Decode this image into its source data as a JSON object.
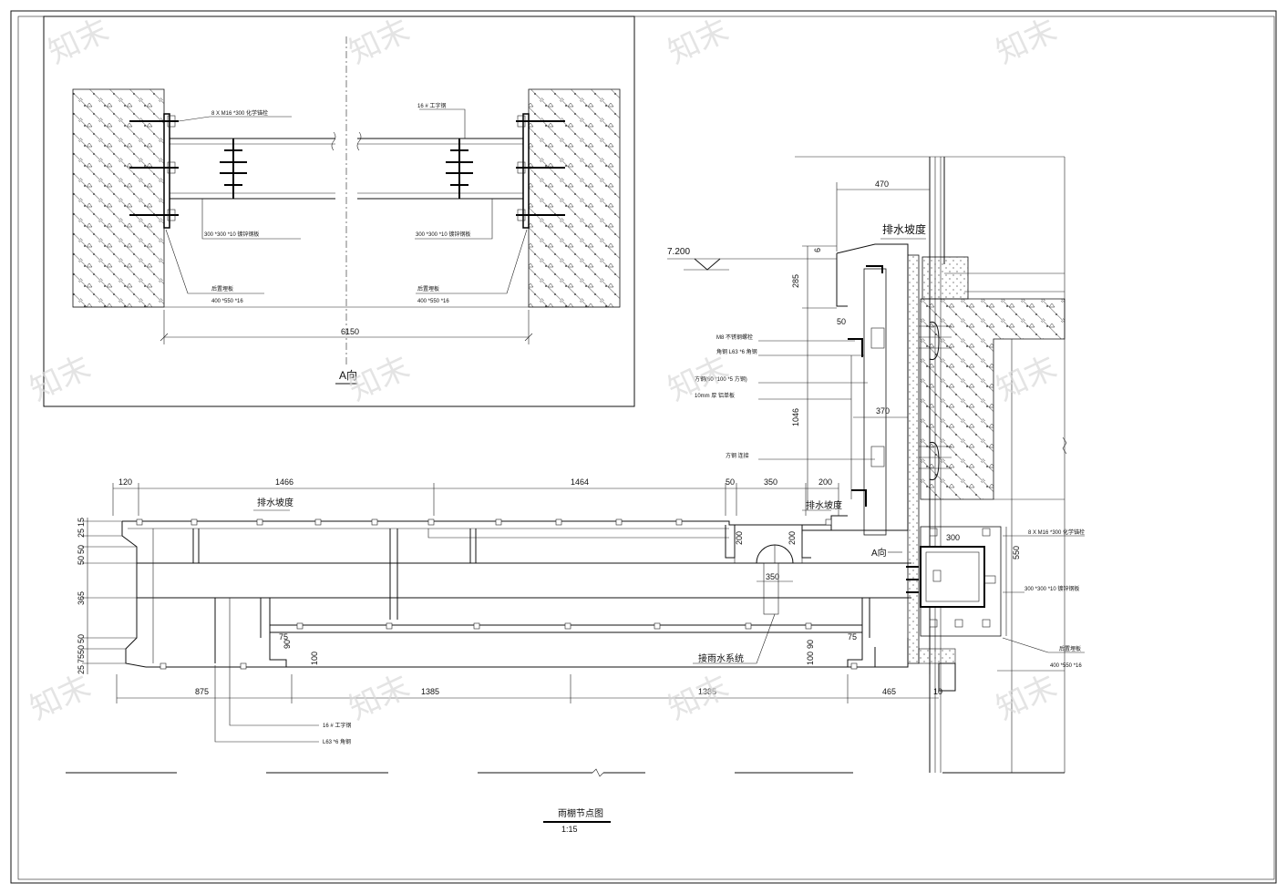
{
  "view_a": {
    "caption": "A向",
    "dim_width": "6150",
    "callouts": {
      "bolt_left": "8 X M16 *300 化学锚栓",
      "beam_right": "16 # 工字钢",
      "plate_left": "300 *300 *10 镀锌钢板",
      "plate_right": "300 *300 *10 镀锌钢板",
      "embed_left": "后置埋板",
      "embed_left_size": "400 *550 *16",
      "embed_right": "后置埋板",
      "embed_right_size": "400 *550 *16"
    }
  },
  "section": {
    "elevation": "7.200",
    "slope_top": "排水坡度",
    "slope_left": "排水坡度",
    "slope_mid": "排水坡度",
    "dims_top": [
      "120",
      "1466",
      "1464",
      "50",
      "350",
      "200"
    ],
    "dims_bottom": [
      "875",
      "1385",
      "1385",
      "465",
      "10"
    ],
    "dims_left": [
      "15",
      "25",
      "50",
      "50",
      "365",
      "50",
      "50",
      "75",
      "25"
    ],
    "dims_vertical": [
      "285",
      "1046"
    ],
    "dims_misc": [
      "470",
      "6",
      "50",
      "370",
      "200",
      "350",
      "200",
      "75",
      "90",
      "100",
      "75",
      "90",
      "100",
      "300",
      "550"
    ],
    "direction_mark": "A向",
    "callouts": {
      "bolt_m8": "M8 不锈钢螺栓",
      "angle_steel": "角钢 L63 *6 角钢",
      "square_tube": "方钢(60 *100 *5 方钢)",
      "alu_panel": "10mm 厚 铝单板",
      "steel_stud": "方钢 连接",
      "drain": "接雨水系统",
      "anchor_right": "8 X M16 *300 化学锚栓",
      "plate_right": "300 *300 *10 镀锌钢板",
      "embed_right": "后置埋板",
      "embed_right_size": "400 *550 *16",
      "beam_bottom": "16 # 工字钢",
      "angle_bottom": "L63 *6 角钢"
    }
  },
  "title_block": {
    "title": "雨棚节点图",
    "scale": "1:15"
  },
  "watermark": "知末"
}
